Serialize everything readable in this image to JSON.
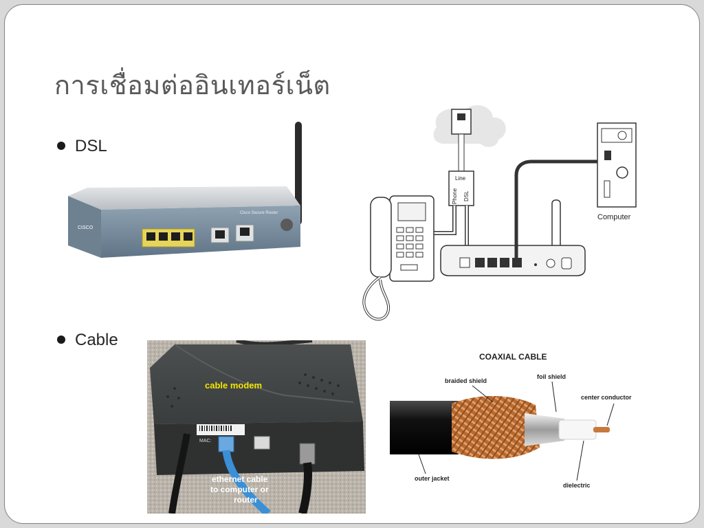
{
  "slide": {
    "title": "การเชื่อมต่ออินเทอร์เน็ต",
    "bullets": [
      "DSL",
      "Cable"
    ]
  },
  "dsl_diagram": {
    "line_label": "Line",
    "phone_label": "Phone",
    "dsl_label": "DSL",
    "computer_label": "Computer"
  },
  "router_photo": {
    "brand": "CISCO",
    "model_text": "Cisco Secure Router"
  },
  "cable_modem_photo": {
    "modem_label": "cable modem",
    "mac_label": "MAC:",
    "cable_caption_lines": [
      "ethernet cable",
      "to computer or",
      "router"
    ]
  },
  "coax_diagram": {
    "title": "COAXIAL CABLE",
    "labels": {
      "braided_shield": "braided shield",
      "foil_shield": "foil shield",
      "center_conductor": "center conductor",
      "outer_jacket": "outer jacket",
      "dielectric": "dielectric"
    }
  },
  "colors": {
    "title": "#595959",
    "modem_label": "#f2e600",
    "ethernet_cable": "#3b8fd6",
    "copper": "#c8783a"
  }
}
